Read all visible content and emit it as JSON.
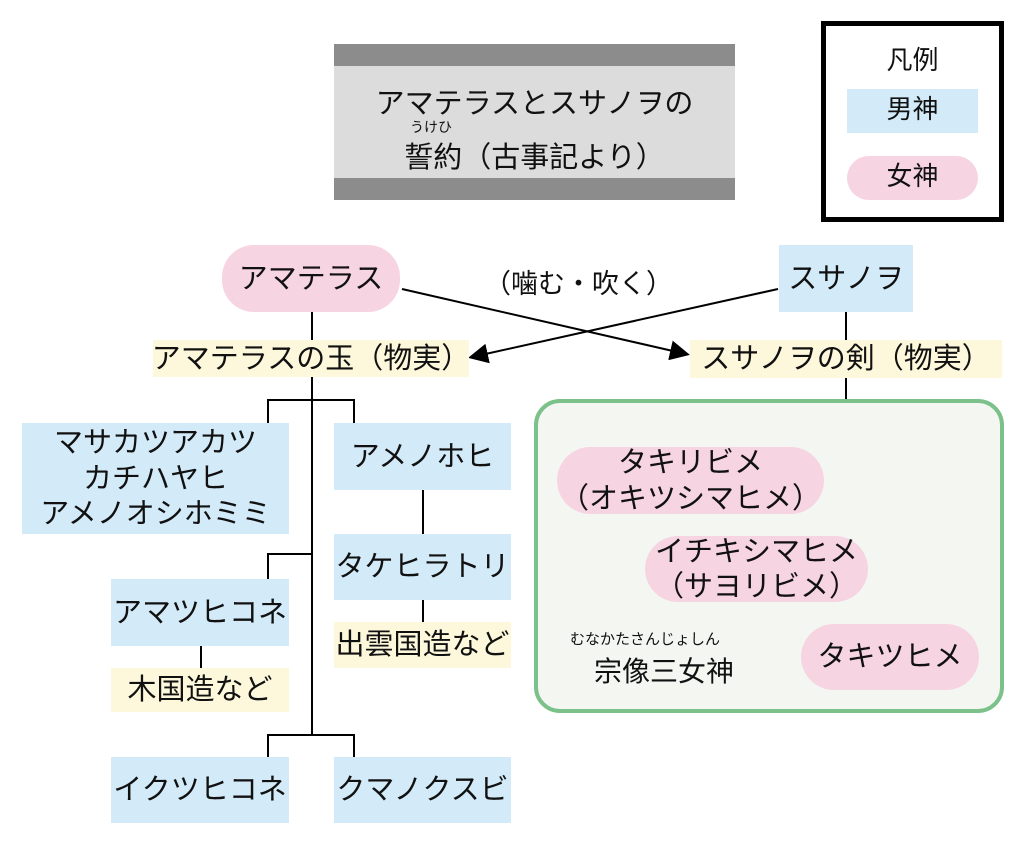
{
  "title": {
    "line1": "アマテラスとスサノヲの",
    "ruby": "うけひ",
    "line2": "誓約（古事記より）"
  },
  "legend": {
    "heading": "凡例",
    "male": "男神",
    "female": "女神"
  },
  "colors": {
    "male": "#d3eaf8",
    "female": "#f7d4e1",
    "item": "#fdf8dc",
    "region_border": "#7cc18a",
    "title_bar": "#8c8c8c"
  },
  "gods": {
    "amaterasu": "アマテラス",
    "susanowo": "スサノヲ",
    "action": "（噛む・吹く）",
    "amaterasu_jewel": "アマテラスの玉（物実）",
    "susanowo_sword": "スサノヲの剣（物実）",
    "masakatsu": [
      "マサカツアカツ",
      "カチハヤヒ",
      "アメノオシホミミ"
    ],
    "amenohohi": "アメノホヒ",
    "takehiratori": "タケヒラトリ",
    "izumo": "出雲国造など",
    "amatsuhikone": "アマツヒコネ",
    "ki": "木国造など",
    "ikutsuhikone": "イクツヒコネ",
    "kumanokusubi": "クマノクスビ",
    "takiribime": [
      "タキリビメ",
      "（オキツシマヒメ）"
    ],
    "ichikishima": [
      "イチキシマヒメ",
      "（サヨリビメ）"
    ],
    "takitsuhime": "タキツヒメ",
    "munakata_ruby": "むなかたさんじょしん",
    "munakata": "宗像三女神"
  }
}
